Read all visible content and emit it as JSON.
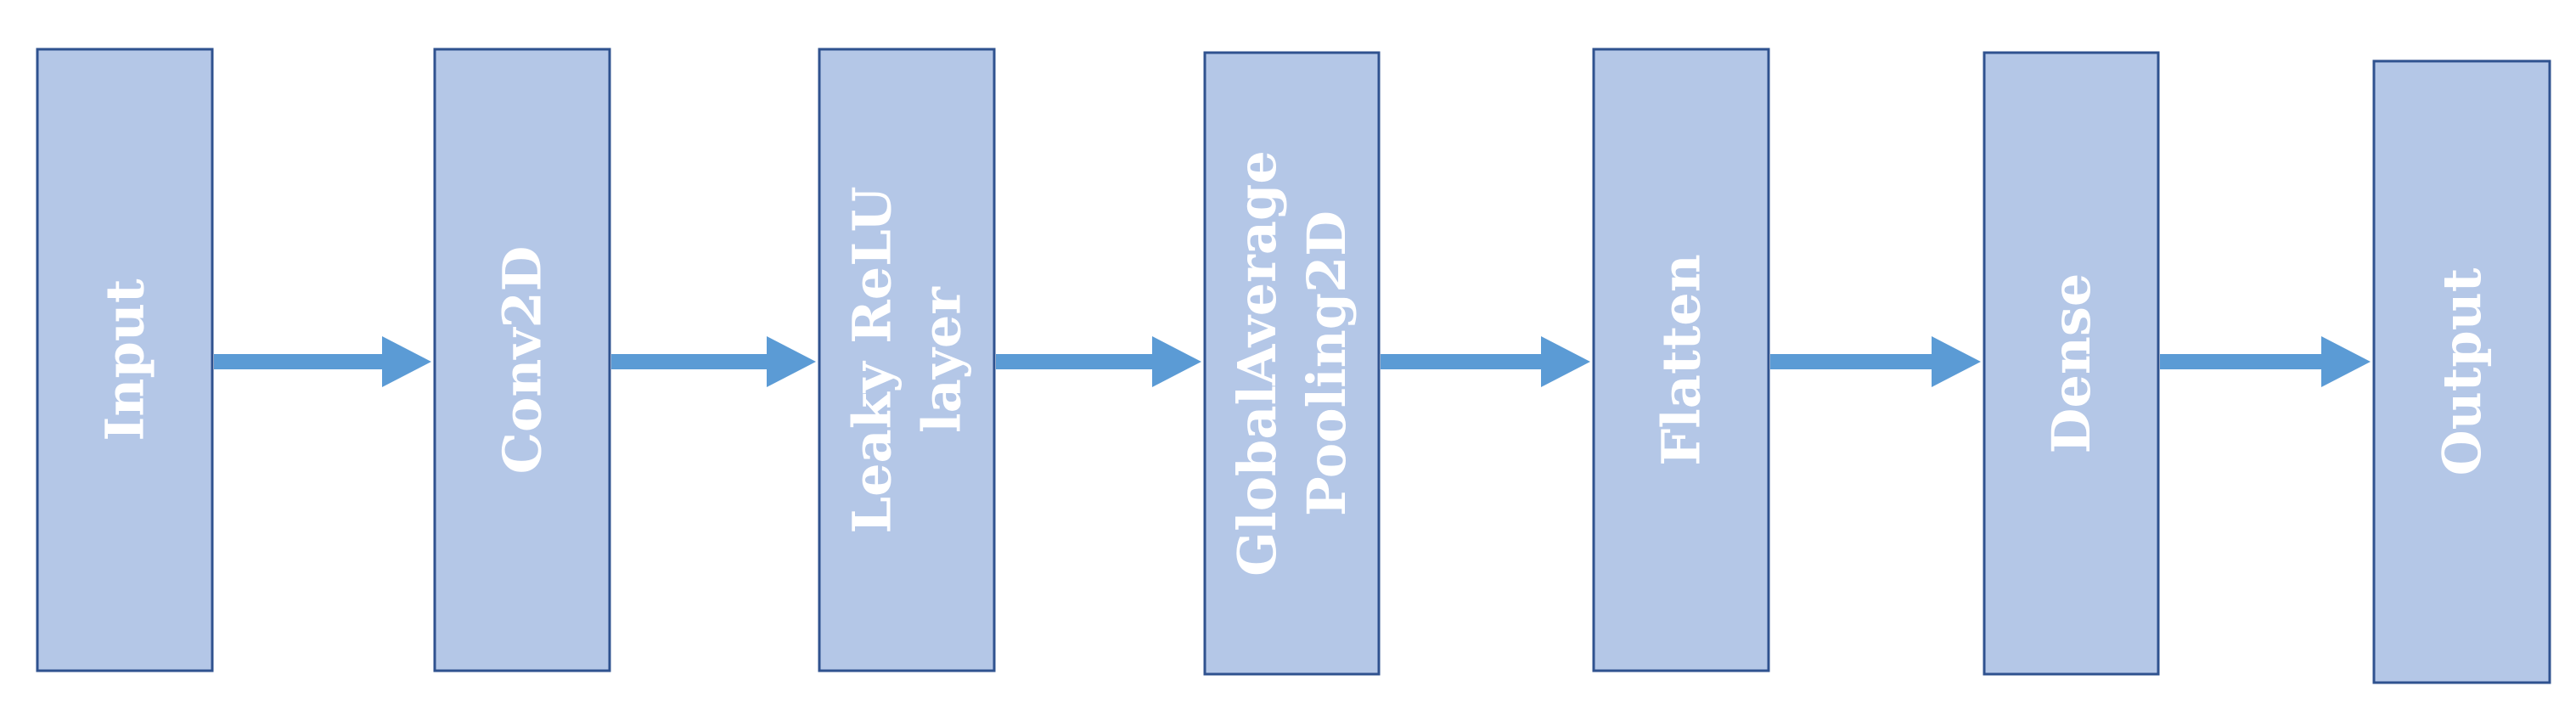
{
  "diagram": {
    "colors": {
      "block_fill": "#b4c7e7",
      "block_border": "#2f528f",
      "arrow": "#5b9bd5",
      "label": "#ffffff"
    },
    "blocks": [
      {
        "lines": [
          "Input"
        ]
      },
      {
        "lines": [
          "Conv2D"
        ]
      },
      {
        "lines": [
          "Leaky ReLU",
          "layer"
        ]
      },
      {
        "lines": [
          "GlobalAverage",
          "Pooling2D"
        ]
      },
      {
        "lines": [
          "Flatten"
        ]
      },
      {
        "lines": [
          "Dense"
        ]
      },
      {
        "lines": [
          "Output"
        ]
      }
    ]
  }
}
